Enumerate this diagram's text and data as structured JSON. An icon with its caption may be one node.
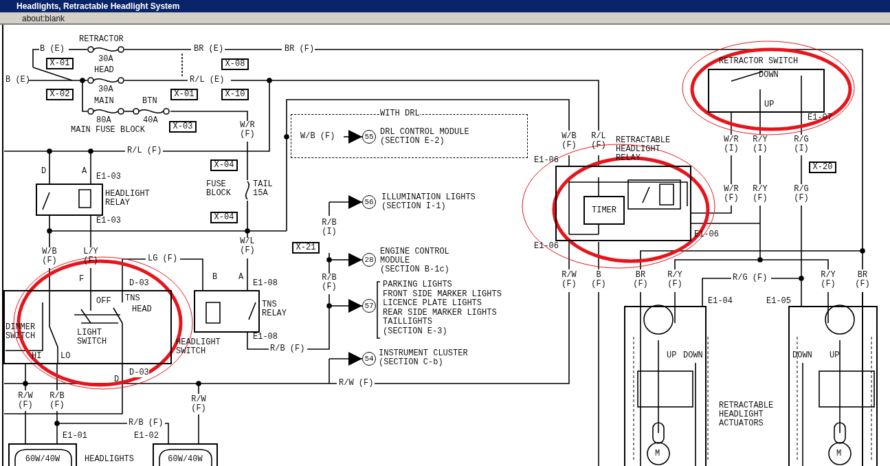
{
  "diagram": {
    "title": "Headlights, Retractable Headlight System",
    "nodes": [
      {
        "text": [
          "WITH DRL"
        ]
      },
      {
        "text": [
          "55"
        ],
        "in": 0,
        "beside": [
          "DRL CONTROL MODULE (SECTION E-2)"
        ]
      },
      {
        "text": [
          "56"
        ],
        "beside": [
          "ILLUMINATION LIGHTS (SECTION I-1)"
        ]
      },
      {
        "text": [
          "28"
        ],
        "beside": [
          "ENGINE CONTROL MODULE (SECTION B-1c)"
        ]
      },
      {
        "text": [
          "57"
        ],
        "beside": [
          "PARKING LIGHTS",
          "FRONT SIDE MARKER LIGHTS",
          "LICENCE PLATE LIGHTS",
          "REAR SIDE MARKER LIGHTS",
          "TAILLIGHTS",
          "(SECTION E-3)"
        ]
      },
      {
        "text": [
          "54"
        ],
        "beside": [
          "INSTRUMENT CLUSTER (SECTION C-b)"
        ]
      },
      {
        "text": [
          "HEADLIGHT RELAY"
        ]
      },
      {
        "text": [
          "TNS RELAY"
        ]
      },
      {
        "text": [
          "HEADLIGHT SWITCH",
          "DIMMER SWITCH",
          "LIGHT SWITCH",
          "OFF",
          "TNS",
          "HEAD",
          "HI",
          "LO"
        ],
        "beside": [
          "D-03",
          "D-03"
        ]
      },
      {
        "text": [
          "RETRACTABLE HEADLIGHT RELAY"
        ]
      },
      {
        "text": [
          "TIMER"
        ],
        "in": 9
      },
      {
        "text": [
          "RETRACTOR SWITCH",
          "DOWN",
          "UP"
        ]
      },
      {
        "text": [
          "UP",
          "DOWN"
        ]
      },
      {
        "text": [
          "DOWN",
          "UP"
        ]
      },
      {
        "text": [
          "60W/40W"
        ]
      },
      {
        "text": [
          "60W/40W"
        ]
      },
      {
        "text": [
          "X-01"
        ]
      },
      {
        "text": [
          "X-02"
        ]
      },
      {
        "text": [
          "X-01"
        ]
      },
      {
        "text": [
          "X-08"
        ]
      },
      {
        "text": [
          "X-10"
        ]
      },
      {
        "text": [
          "X-03"
        ]
      },
      {
        "text": [
          "X-04"
        ]
      },
      {
        "text": [
          "X-04"
        ]
      },
      {
        "text": [
          "X-21"
        ]
      },
      {
        "text": [
          "X-20"
        ]
      }
    ],
    "edges": [
      {
        "from": null,
        "to": 1,
        "arrow": "to"
      },
      {
        "from": null,
        "to": 2,
        "arrow": "to"
      },
      {
        "from": null,
        "to": 3,
        "arrow": "to"
      },
      {
        "from": null,
        "to": 4,
        "arrow": "to"
      },
      {
        "from": null,
        "to": 5,
        "arrow": "to"
      }
    ],
    "labels": [
      "about:blank",
      "RETRACTOR",
      "30A",
      "B (E)",
      "BR (E)",
      "BR (F)",
      "HEAD",
      "B (E)",
      "30A",
      "R/L (E)",
      "MAIN",
      "BTN",
      "80A",
      "40A",
      "MAIN FUSE BLOCK",
      "W/R (F)",
      "R/L (F)",
      "D",
      "A",
      "E1-03",
      "E1-03",
      "FUSE BLOCK",
      "TAIL 15A",
      "W/L (F)",
      "B",
      "A",
      "E1-08",
      "E1-08",
      "R/B (F)",
      "W/B (F)",
      "L/Y (F)",
      "LG (F)",
      "F",
      "D",
      "R/W (F)",
      "R/B (F)",
      "R/W (F)",
      "R/B (F)",
      "E1-01",
      "E1-02",
      "HEADLIGHTS",
      "W/B (F)",
      "R/B (I)",
      "R/B (F)",
      "R/W (F)",
      "W/B (F)",
      "R/L (F)",
      "E1-06",
      "E1-06",
      "E1-06",
      "R/W (F)",
      "B (F)",
      "BR (F)",
      "R/Y (F)",
      "R/G (F)",
      "R/Y (F)",
      "BR (F)",
      "E1-04",
      "E1-05",
      "E1-07",
      "W/R (I)",
      "R/Y (I)",
      "R/G (I)",
      "W/R (F)",
      "R/Y (F)",
      "R/G (F)",
      "RETRACTABLE HEADLIGHT ACTUATORS",
      "M",
      "M"
    ]
  }
}
